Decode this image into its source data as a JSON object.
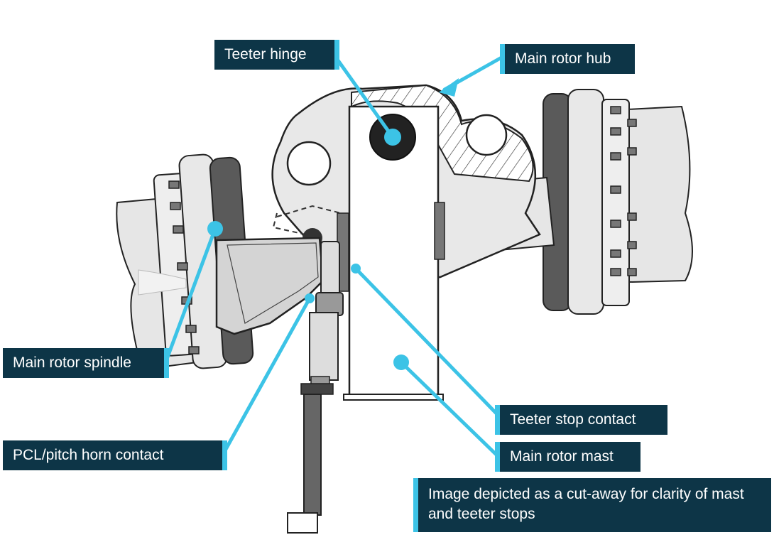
{
  "labels": {
    "teeter_hinge": "Teeter hinge",
    "main_rotor_hub": "Main rotor hub",
    "main_rotor_spindle": "Main rotor spindle",
    "pcl_pitch_horn_contact": "PCL/pitch horn contact",
    "teeter_stop_contact": "Teeter stop contact",
    "main_rotor_mast": "Main rotor mast",
    "cutaway_note": "Image depicted as a cut-away for clarity of mast and teeter stops"
  },
  "colors": {
    "label_background": "#0d3547",
    "label_text": "#ffffff",
    "leader_line": "#3cc3e6",
    "drawing_line": "#222222",
    "part_fill": "#e6e6e6",
    "dark_part": "#555555"
  }
}
